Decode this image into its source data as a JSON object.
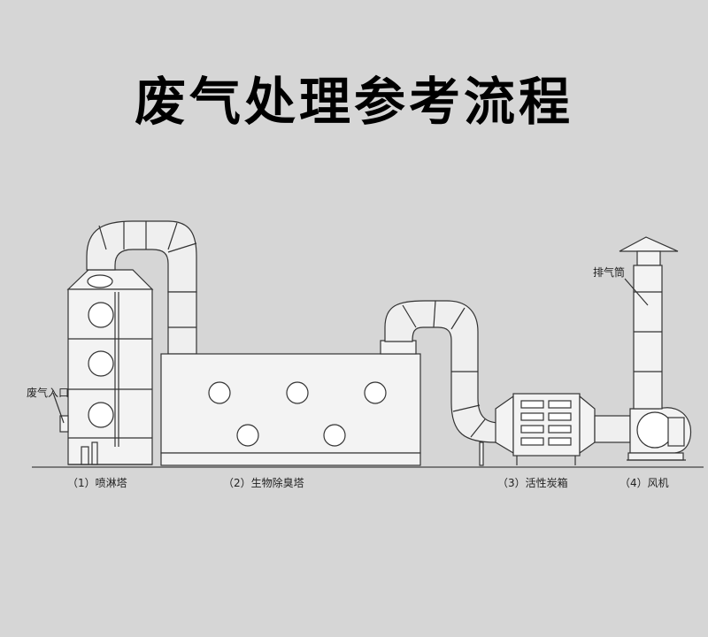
{
  "title": "废气处理参考流程",
  "callouts": {
    "inlet": "废气入口",
    "exhaust": "排气筒"
  },
  "stages": [
    {
      "label": "（1）喷淋塔"
    },
    {
      "label": "（2）生物除臭塔"
    },
    {
      "label": "（3）活性炭箱"
    },
    {
      "label": "（4）风机"
    }
  ]
}
